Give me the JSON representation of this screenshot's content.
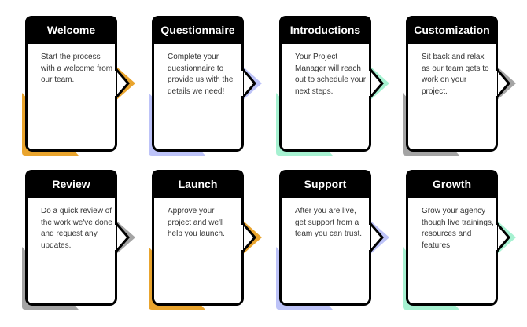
{
  "colors": {
    "orange": "#E9A42D",
    "lavender": "#BDC3F8",
    "mint": "#A6F1D1",
    "gray": "#A4A4A4"
  },
  "steps": [
    {
      "title": "Welcome",
      "text": "Start the process with a welcome from our team.",
      "color": "#E9A42D"
    },
    {
      "title": "Questionnaire",
      "text": "Complete your questionnaire to provide us with the details we need!",
      "color": "#BDC3F8"
    },
    {
      "title": "Introductions",
      "text": "Your Project Manager will reach out  to schedule your next steps.",
      "color": "#A6F1D1"
    },
    {
      "title": "Customization",
      "text": "Sit back and relax as our team gets to work on your project.",
      "color": "#A4A4A4"
    },
    {
      "title": "Review",
      "text": "Do a quick review of the work we've done and request any updates.",
      "color": "#A4A4A4"
    },
    {
      "title": "Launch",
      "text": "Approve your project and we'll help you launch.",
      "color": "#E9A42D"
    },
    {
      "title": "Support",
      "text": "After you are live, get support from a team you can trust.",
      "color": "#BDC3F8"
    },
    {
      "title": "Growth",
      "text": "Grow your agency though live trainings, resources and features.",
      "color": "#A6F1D1"
    }
  ]
}
